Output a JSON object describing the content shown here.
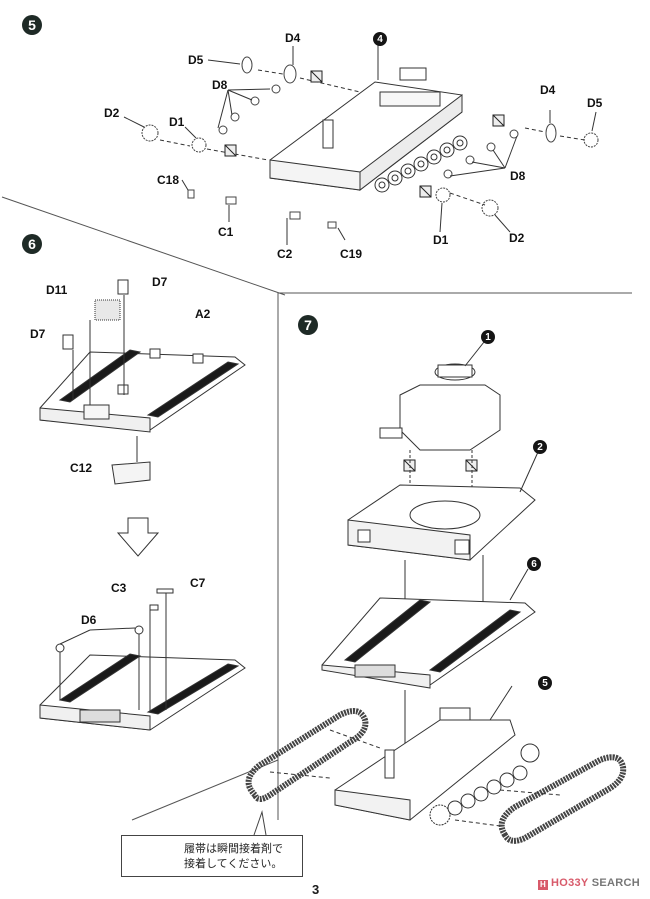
{
  "page": {
    "number": "3",
    "watermark": {
      "brand": "HO33Y",
      "suffix": "SEARCH",
      "mark": "H"
    }
  },
  "steps": [
    {
      "number": "5",
      "parts": {
        "d5_left": "D5",
        "d4_left": "D4",
        "d8_left": "D8",
        "d2_left": "D2",
        "d1_left": "D1",
        "c18": "C18",
        "c1": "C1",
        "c2": "C2",
        "c19": "C19",
        "d4_right": "D4",
        "d5_right": "D5",
        "d8_right": "D8",
        "d1_right": "D1",
        "d2_right": "D2"
      },
      "subassembly_ref": "4"
    },
    {
      "number": "6",
      "parts": {
        "d11": "D11",
        "d7_top": "D7",
        "d7_left": "D7",
        "a2": "A2",
        "c12": "C12",
        "c3": "C3",
        "c7": "C7",
        "d6": "D6"
      }
    },
    {
      "number": "7",
      "subassembly_refs": [
        "1",
        "2",
        "6",
        "5"
      ],
      "note": {
        "line1": "履帯は瞬間接着剤で",
        "line2": "接着してください。"
      }
    }
  ]
}
